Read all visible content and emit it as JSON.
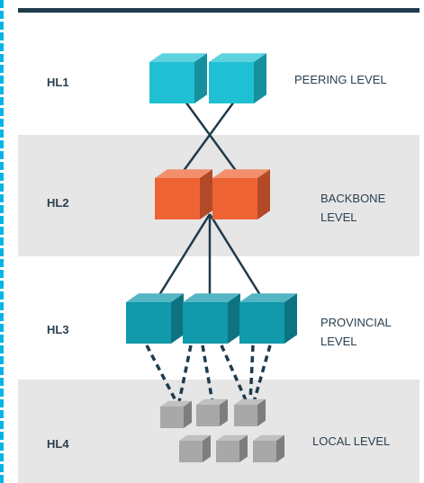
{
  "levels": [
    {
      "id": "HL1",
      "name_line1": "PEERING LEVEL",
      "name_line2": ""
    },
    {
      "id": "HL2",
      "name_line1": "BACKBONE",
      "name_line2": "LEVEL"
    },
    {
      "id": "HL3",
      "name_line1": "PROVINCIAL",
      "name_line2": "LEVEL"
    },
    {
      "id": "HL4",
      "name_line1": "LOCAL LEVEL",
      "name_line2": ""
    }
  ],
  "colors": {
    "hl1_cube": "#1fc0d3",
    "hl2_cube": "#ee6334",
    "hl3_cube": "#1199ac",
    "hl4_cube": "#a8a8a8",
    "band_gray": "#e6e6e6",
    "text": "#2a3f4f",
    "line": "#1f3b4d"
  }
}
